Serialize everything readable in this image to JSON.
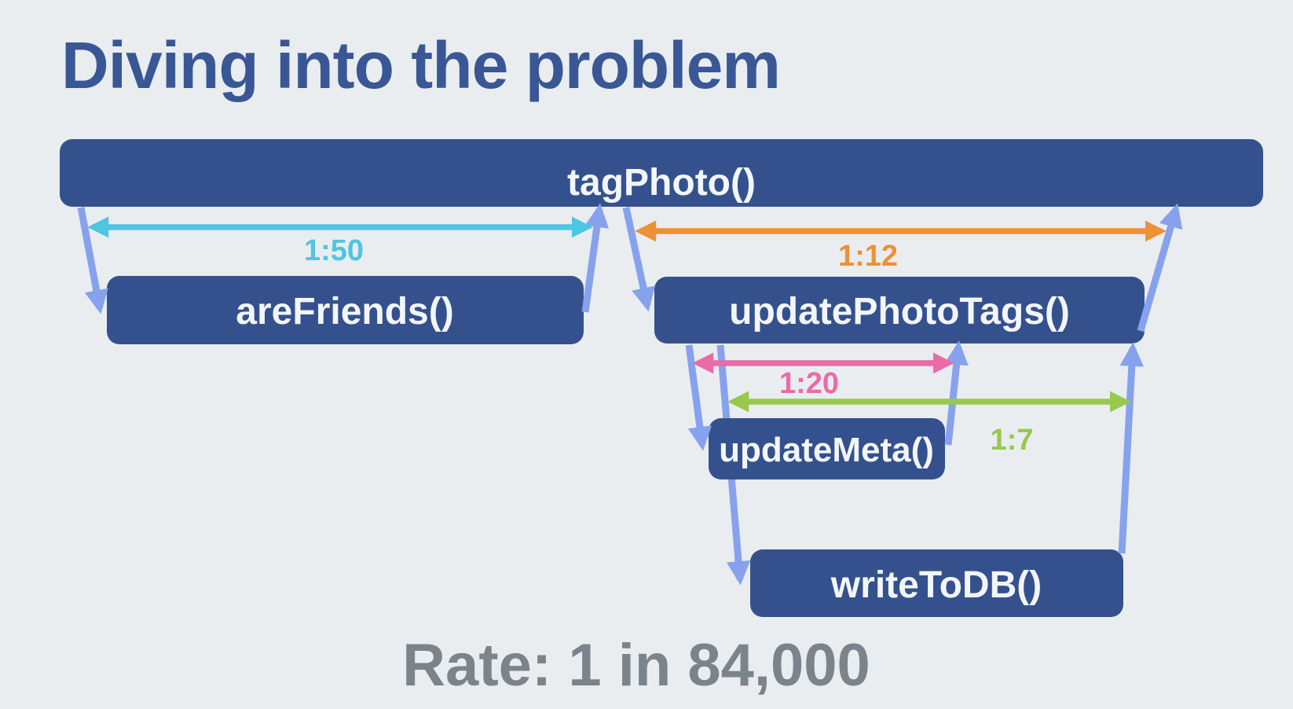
{
  "slide": {
    "title": "Diving into the problem",
    "rate": "Rate: 1 in 84,000"
  },
  "diagram": {
    "nodes": [
      {
        "id": "tagPhoto",
        "label": "tagPhoto()"
      },
      {
        "id": "areFriends",
        "label": "areFriends()"
      },
      {
        "id": "updatePhotoTags",
        "label": "updatePhotoTags()"
      },
      {
        "id": "updateMeta",
        "label": "updateMeta()"
      },
      {
        "id": "writeToDB",
        "label": "writeToDB()"
      }
    ],
    "ratios": [
      {
        "pair": "tagPhoto-areFriends",
        "label": "1:50",
        "color": "#4dc6e2"
      },
      {
        "pair": "tagPhoto-updatePhotoTags",
        "label": "1:12",
        "color": "#ee9035"
      },
      {
        "pair": "updatePhotoTags-updateMeta",
        "label": "1:20",
        "color": "#eb6ba6"
      },
      {
        "pair": "updatePhotoTags-writeToDB",
        "label": "1:7",
        "color": "#97c94c"
      }
    ],
    "colors": {
      "background": "#e9edf0",
      "node_fill": "#35518d",
      "node_text": "#f2f6fa",
      "call_arrow": "#87a2ec",
      "title": "#3a5795",
      "rate_text": "#7b838b"
    }
  }
}
